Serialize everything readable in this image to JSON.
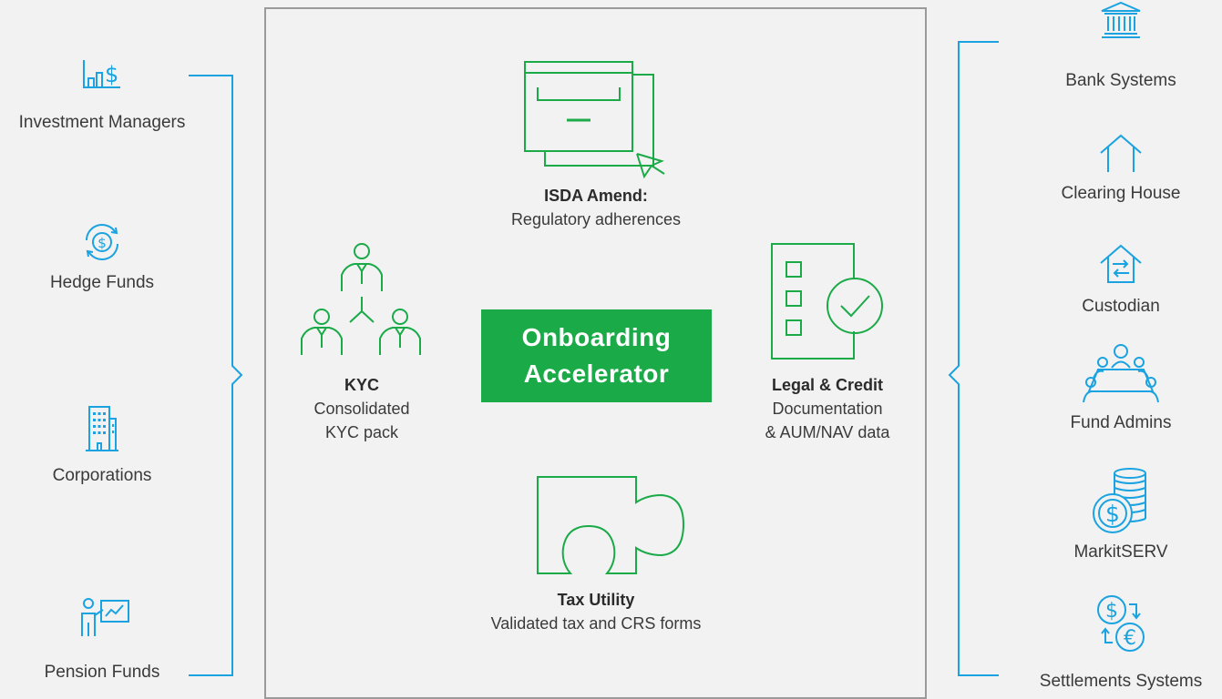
{
  "colors": {
    "background": "#f2f2f2",
    "blue": "#1aa3e0",
    "green": "#1aaa48",
    "border": "#9a9a9a"
  },
  "left_entities": [
    {
      "label": "Investment Managers",
      "icon": "bar-chart-dollar-icon"
    },
    {
      "label": "Hedge Funds",
      "icon": "dollar-cycle-icon"
    },
    {
      "label": "Corporations",
      "icon": "office-building-icon"
    },
    {
      "label": "Pension Funds",
      "icon": "presenter-chart-icon"
    }
  ],
  "right_entities": [
    {
      "label": "Bank Systems",
      "icon": "bank-icon"
    },
    {
      "label": "Clearing House",
      "icon": "house-icon"
    },
    {
      "label": "Custodian",
      "icon": "house-transfer-icon"
    },
    {
      "label": "Fund Admins",
      "icon": "meeting-table-icon"
    },
    {
      "label": "MarkitSERV",
      "icon": "coin-stack-icon"
    },
    {
      "label": "Settlements Systems",
      "icon": "currency-exchange-icon"
    }
  ],
  "center": {
    "title_line1": "Onboarding",
    "title_line2": "Accelerator",
    "isda": {
      "title": "ISDA Amend:",
      "desc": "Regulatory adherences",
      "icon": "browser-window-cursor-icon"
    },
    "kyc": {
      "title": "KYC",
      "desc_line1": "Consolidated",
      "desc_line2": "KYC pack",
      "icon": "org-people-icon"
    },
    "legal": {
      "title": "Legal & Credit",
      "desc_line1": "Documentation",
      "desc_line2": "& AUM/NAV data",
      "icon": "checklist-icon"
    },
    "tax": {
      "title": "Tax Utility",
      "desc": "Validated tax and CRS forms",
      "icon": "puzzle-piece-icon"
    }
  }
}
